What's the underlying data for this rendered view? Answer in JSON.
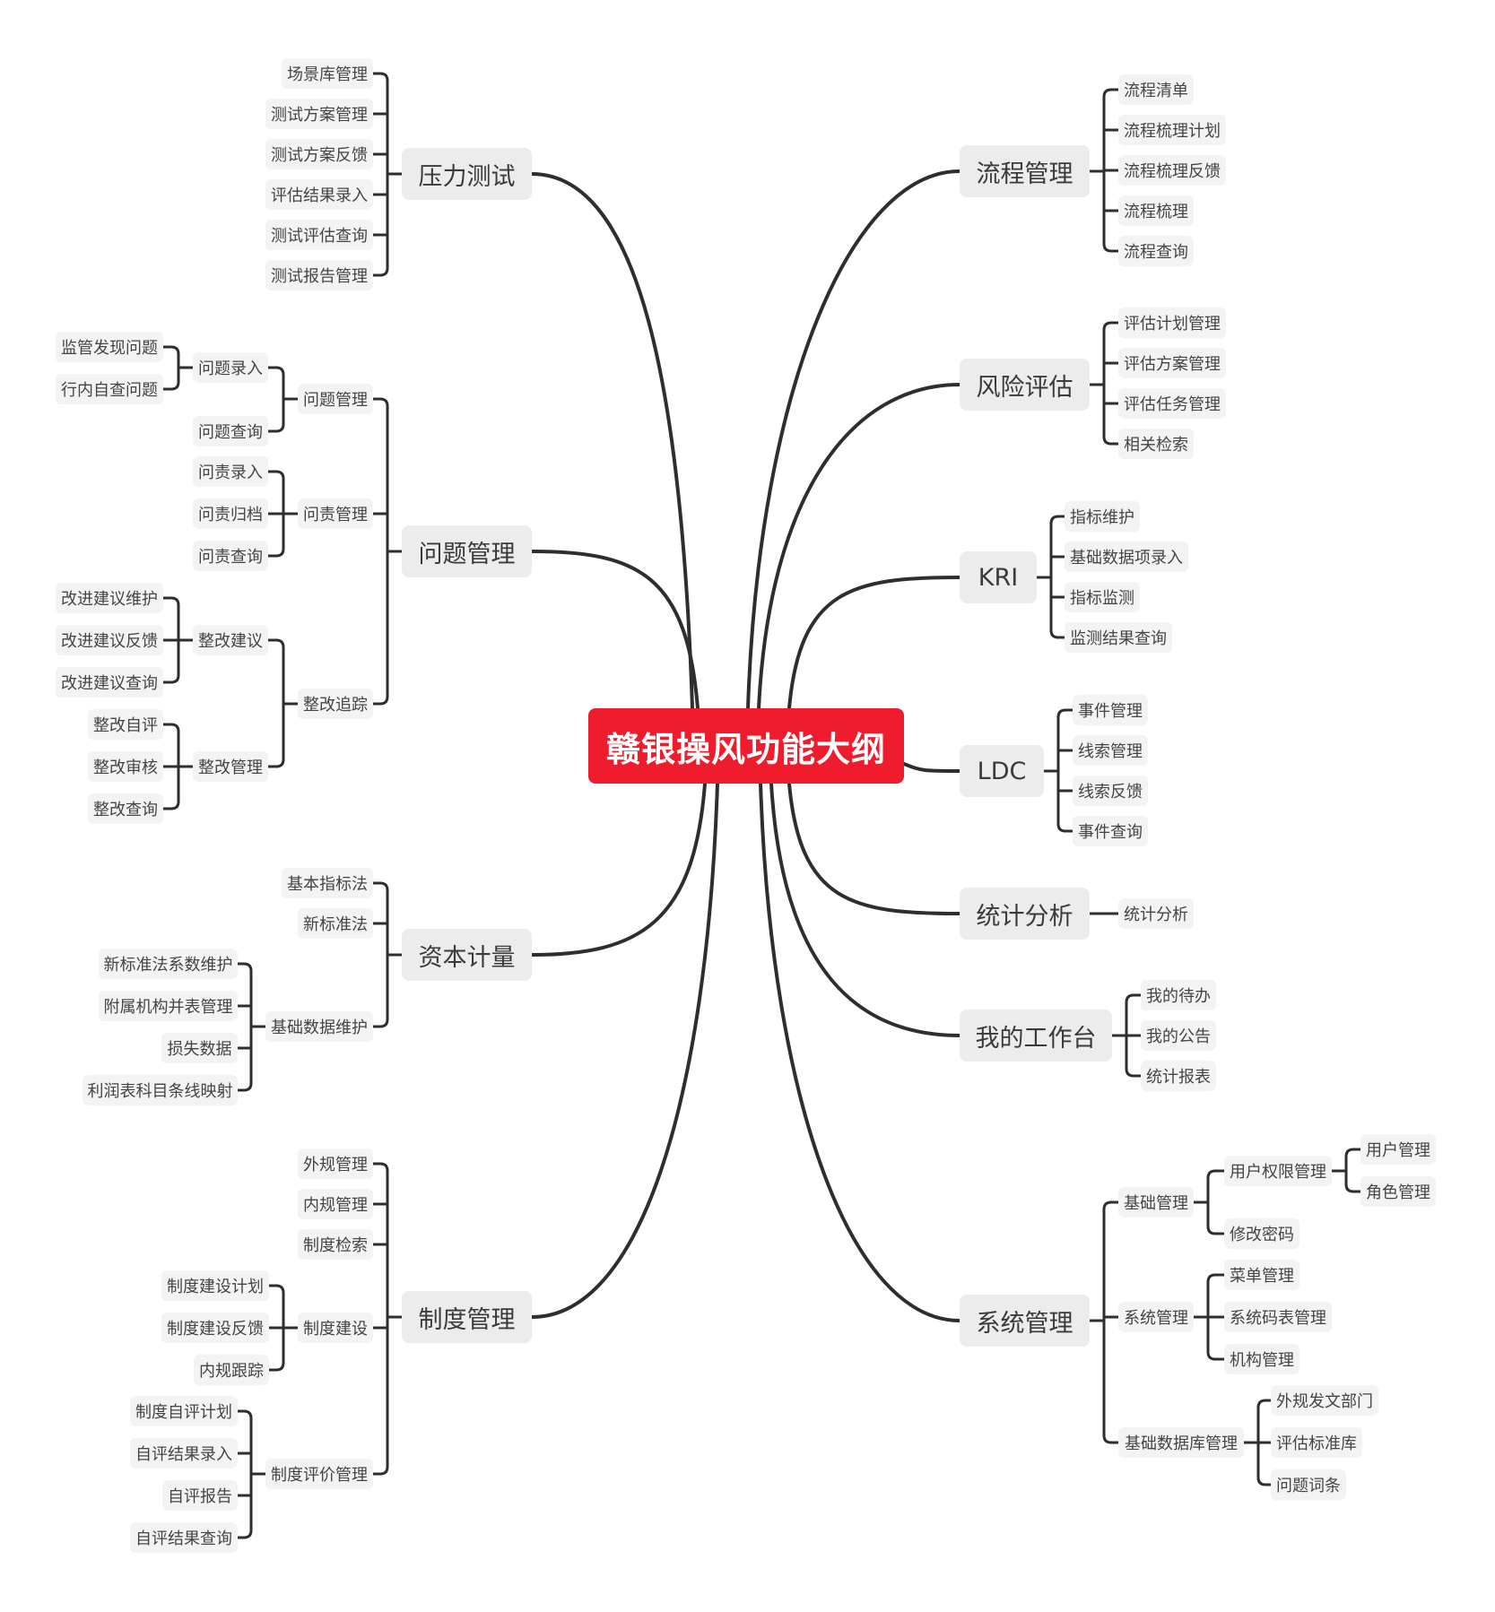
{
  "root": "赣银操风功能大纲",
  "branches": {
    "stress": {
      "label": "压力测试",
      "items": [
        "场景库管理",
        "测试方案管理",
        "测试方案反馈",
        "评估结果录入",
        "测试评估查询",
        "测试报告管理"
      ]
    },
    "issue": {
      "label": "问题管理",
      "issue_mgmt": {
        "label": "问题管理",
        "entry": {
          "label": "问题录入",
          "items": [
            "监管发现问题",
            "行内自查问题"
          ]
        },
        "query": "问题查询"
      },
      "account": {
        "label": "问责管理",
        "items": [
          "问责录入",
          "问责归档",
          "问责查询"
        ]
      },
      "rectify": {
        "label": "整改追踪",
        "suggest": {
          "label": "整改建议",
          "items": [
            "改进建议维护",
            "改进建议反馈",
            "改进建议查询"
          ]
        },
        "manage": {
          "label": "整改管理",
          "items": [
            "整改自评",
            "整改审核",
            "整改查询"
          ]
        }
      }
    },
    "capital": {
      "label": "资本计量",
      "items": [
        "基本指标法",
        "新标准法"
      ],
      "basedata": {
        "label": "基础数据维护",
        "items": [
          "新标准法系数维护",
          "附属机构并表管理",
          "损失数据",
          "利润表科目条线映射"
        ]
      }
    },
    "policy": {
      "label": "制度管理",
      "items": [
        "外规管理",
        "内规管理",
        "制度检索"
      ],
      "build": {
        "label": "制度建设",
        "items": [
          "制度建设计划",
          "制度建设反馈",
          "内规跟踪"
        ]
      },
      "eval": {
        "label": "制度评价管理",
        "items": [
          "制度自评计划",
          "自评结果录入",
          "自评报告",
          "自评结果查询"
        ]
      }
    },
    "process": {
      "label": "流程管理",
      "items": [
        "流程清单",
        "流程梳理计划",
        "流程梳理反馈",
        "流程梳理",
        "流程查询"
      ]
    },
    "risk": {
      "label": "风险评估",
      "items": [
        "评估计划管理",
        "评估方案管理",
        "评估任务管理",
        "相关检索"
      ]
    },
    "kri": {
      "label": "KRI",
      "items": [
        "指标维护",
        "基础数据项录入",
        "指标监测",
        "监测结果查询"
      ]
    },
    "ldc": {
      "label": "LDC",
      "items": [
        "事件管理",
        "线索管理",
        "线索反馈",
        "事件查询"
      ]
    },
    "stats": {
      "label": "统计分析",
      "items": [
        "统计分析"
      ]
    },
    "desk": {
      "label": "我的工作台",
      "items": [
        "我的待办",
        "我的公告",
        "统计报表"
      ]
    },
    "system": {
      "label": "系统管理",
      "basic": {
        "label": "基础管理",
        "perm": {
          "label": "用户权限管理",
          "items": [
            "用户管理",
            "角色管理"
          ]
        },
        "pwd": "修改密码"
      },
      "sysmgmt": {
        "label": "系统管理",
        "items": [
          "菜单管理",
          "系统码表管理",
          "机构管理"
        ]
      },
      "baselib": {
        "label": "基础数据库管理",
        "items": [
          "外规发文部门",
          "评估标准库",
          "问题词条"
        ]
      }
    }
  },
  "colors": {
    "root_bg": "#ee1c2d",
    "node_bg": "#ececec",
    "subnode_bg": "#f3f3f3",
    "line": "#2e2e2e"
  }
}
